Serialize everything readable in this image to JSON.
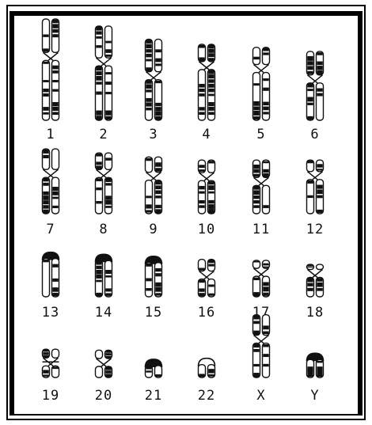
{
  "figure": {
    "colors": {
      "ink": "#111111",
      "background": "#ffffff"
    },
    "chromosomes": [
      {
        "label": "1",
        "row": 0,
        "col": 0,
        "size": 1.0,
        "cen": 0.37,
        "style": "x"
      },
      {
        "label": "2",
        "row": 0,
        "col": 1,
        "size": 0.93,
        "cen": 0.38,
        "style": "x"
      },
      {
        "label": "3",
        "row": 0,
        "col": 2,
        "size": 0.8,
        "cen": 0.45,
        "style": "x"
      },
      {
        "label": "4",
        "row": 0,
        "col": 3,
        "size": 0.75,
        "cen": 0.28,
        "style": "x"
      },
      {
        "label": "5",
        "row": 0,
        "col": 4,
        "size": 0.72,
        "cen": 0.29,
        "style": "x"
      },
      {
        "label": "6",
        "row": 0,
        "col": 5,
        "size": 0.68,
        "cen": 0.4,
        "style": "x"
      },
      {
        "label": "7",
        "row": 1,
        "col": 0,
        "size": 0.64,
        "cen": 0.38,
        "style": "x"
      },
      {
        "label": "8",
        "row": 1,
        "col": 1,
        "size": 0.6,
        "cen": 0.34,
        "style": "x"
      },
      {
        "label": "9",
        "row": 1,
        "col": 2,
        "size": 0.56,
        "cen": 0.34,
        "style": "x"
      },
      {
        "label": "10",
        "row": 1,
        "col": 3,
        "size": 0.53,
        "cen": 0.31,
        "style": "x"
      },
      {
        "label": "11",
        "row": 1,
        "col": 4,
        "size": 0.53,
        "cen": 0.4,
        "style": "x"
      },
      {
        "label": "12",
        "row": 1,
        "col": 5,
        "size": 0.53,
        "cen": 0.29,
        "style": "x"
      },
      {
        "label": "13",
        "row": 2,
        "col": 0,
        "size": 0.44,
        "cen": 0.0,
        "style": "acro"
      },
      {
        "label": "14",
        "row": 2,
        "col": 1,
        "size": 0.42,
        "cen": 0.0,
        "style": "acro"
      },
      {
        "label": "15",
        "row": 2,
        "col": 2,
        "size": 0.4,
        "cen": 0.0,
        "style": "acro"
      },
      {
        "label": "16",
        "row": 2,
        "col": 3,
        "size": 0.37,
        "cen": 0.42,
        "style": "x"
      },
      {
        "label": "17",
        "row": 2,
        "col": 4,
        "size": 0.36,
        "cen": 0.33,
        "style": "x"
      },
      {
        "label": "18",
        "row": 2,
        "col": 5,
        "size": 0.32,
        "cen": 0.28,
        "style": "x"
      },
      {
        "label": "19",
        "row": 3,
        "col": 0,
        "size": 0.28,
        "cen": 0.45,
        "style": "open"
      },
      {
        "label": "20",
        "row": 3,
        "col": 1,
        "size": 0.27,
        "cen": 0.45,
        "style": "x"
      },
      {
        "label": "21",
        "row": 3,
        "col": 2,
        "size": 0.18,
        "cen": 0.0,
        "style": "acro"
      },
      {
        "label": "22",
        "row": 3,
        "col": 3,
        "size": 0.19,
        "cen": 0.0,
        "style": "acroOpen"
      },
      {
        "label": "X",
        "row": 3,
        "col": 4,
        "size": 0.62,
        "cen": 0.39,
        "style": "x"
      },
      {
        "label": "Y",
        "row": 3,
        "col": 5,
        "size": 0.24,
        "cen": 0.0,
        "style": "acroY"
      }
    ]
  }
}
